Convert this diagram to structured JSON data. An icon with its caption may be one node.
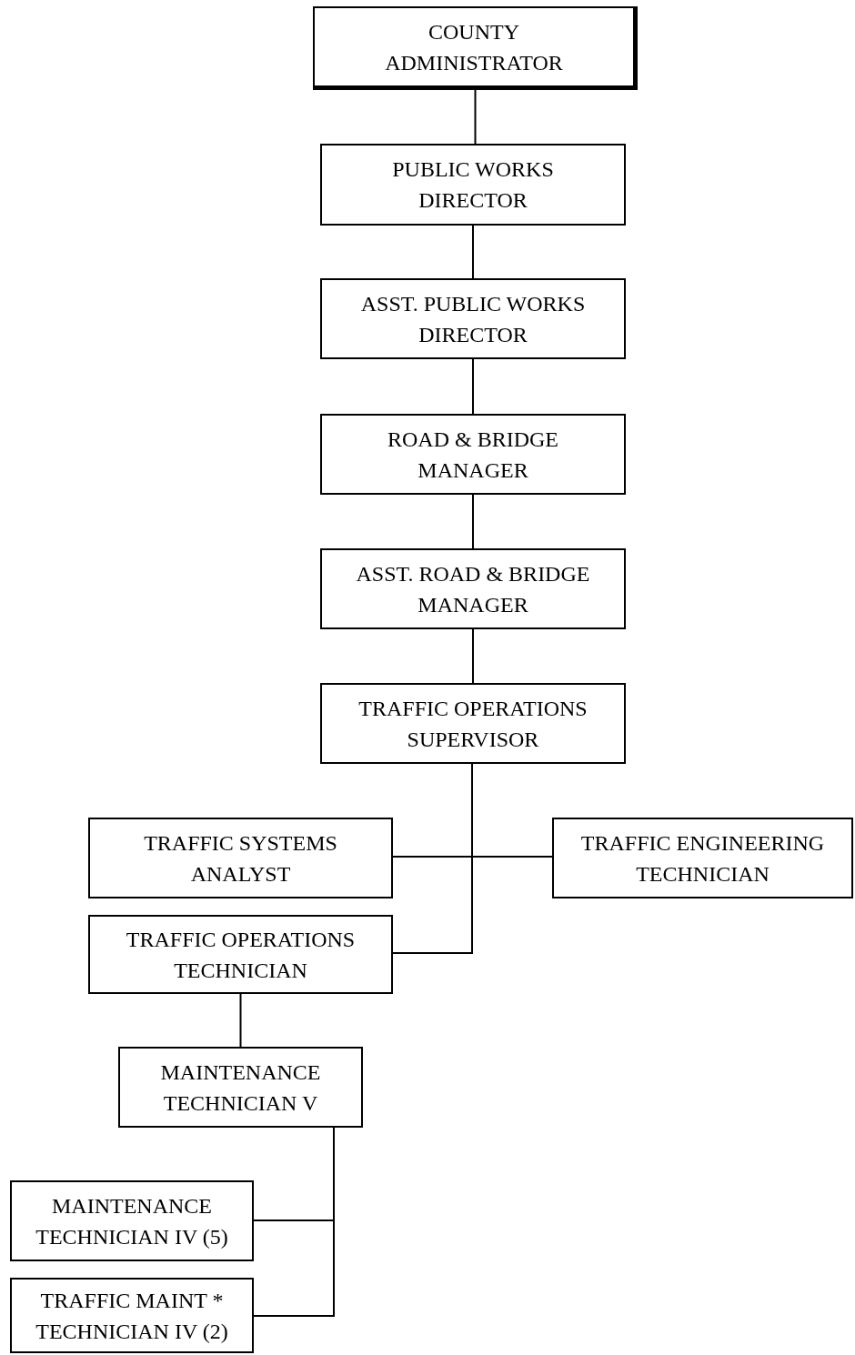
{
  "diagram": {
    "nodes": [
      {
        "text": [
          "COUNTY ADMINISTRATOR"
        ]
      },
      {
        "text": [
          "PUBLIC WORKS DIRECTOR"
        ]
      },
      {
        "text": [
          "ASST. PUBLIC WORKS DIRECTOR"
        ]
      },
      {
        "text": [
          "ROAD & BRIDGE MANAGER"
        ]
      },
      {
        "text": [
          "ASST. ROAD & BRIDGE MANAGER"
        ]
      },
      {
        "text": [
          "TRAFFIC OPERATIONS SUPERVISOR"
        ]
      },
      {
        "text": [
          "TRAFFIC SYSTEMS ANALYST"
        ]
      },
      {
        "text": [
          "TRAFFIC ENGINEERING TECHNICIAN"
        ]
      },
      {
        "text": [
          "TRAFFIC OPERATIONS TECHNICIAN"
        ]
      },
      {
        "text": [
          "MAINTENANCE TECHNICIAN V"
        ]
      },
      {
        "text": [
          "MAINTENANCE TECHNICIAN IV (5)"
        ]
      },
      {
        "text": [
          "TRAFFIC MAINT * TECHNICIAN IV (2)"
        ]
      }
    ],
    "edges": [
      {
        "from": 0,
        "to": 1,
        "arrow": "none"
      },
      {
        "from": 1,
        "to": 2,
        "arrow": "none"
      },
      {
        "from": 2,
        "to": 3,
        "arrow": "none"
      },
      {
        "from": 3,
        "to": 4,
        "arrow": "none"
      },
      {
        "from": 4,
        "to": 5,
        "arrow": "none"
      },
      {
        "from": 5,
        "to": 6,
        "arrow": "none"
      },
      {
        "from": 5,
        "to": 7,
        "arrow": "none"
      },
      {
        "from": 5,
        "to": 8,
        "arrow": "none"
      },
      {
        "from": 8,
        "to": 9,
        "arrow": "none"
      },
      {
        "from": 9,
        "to": 10,
        "arrow": "none"
      },
      {
        "from": 9,
        "to": 11,
        "arrow": "none"
      }
    ]
  }
}
